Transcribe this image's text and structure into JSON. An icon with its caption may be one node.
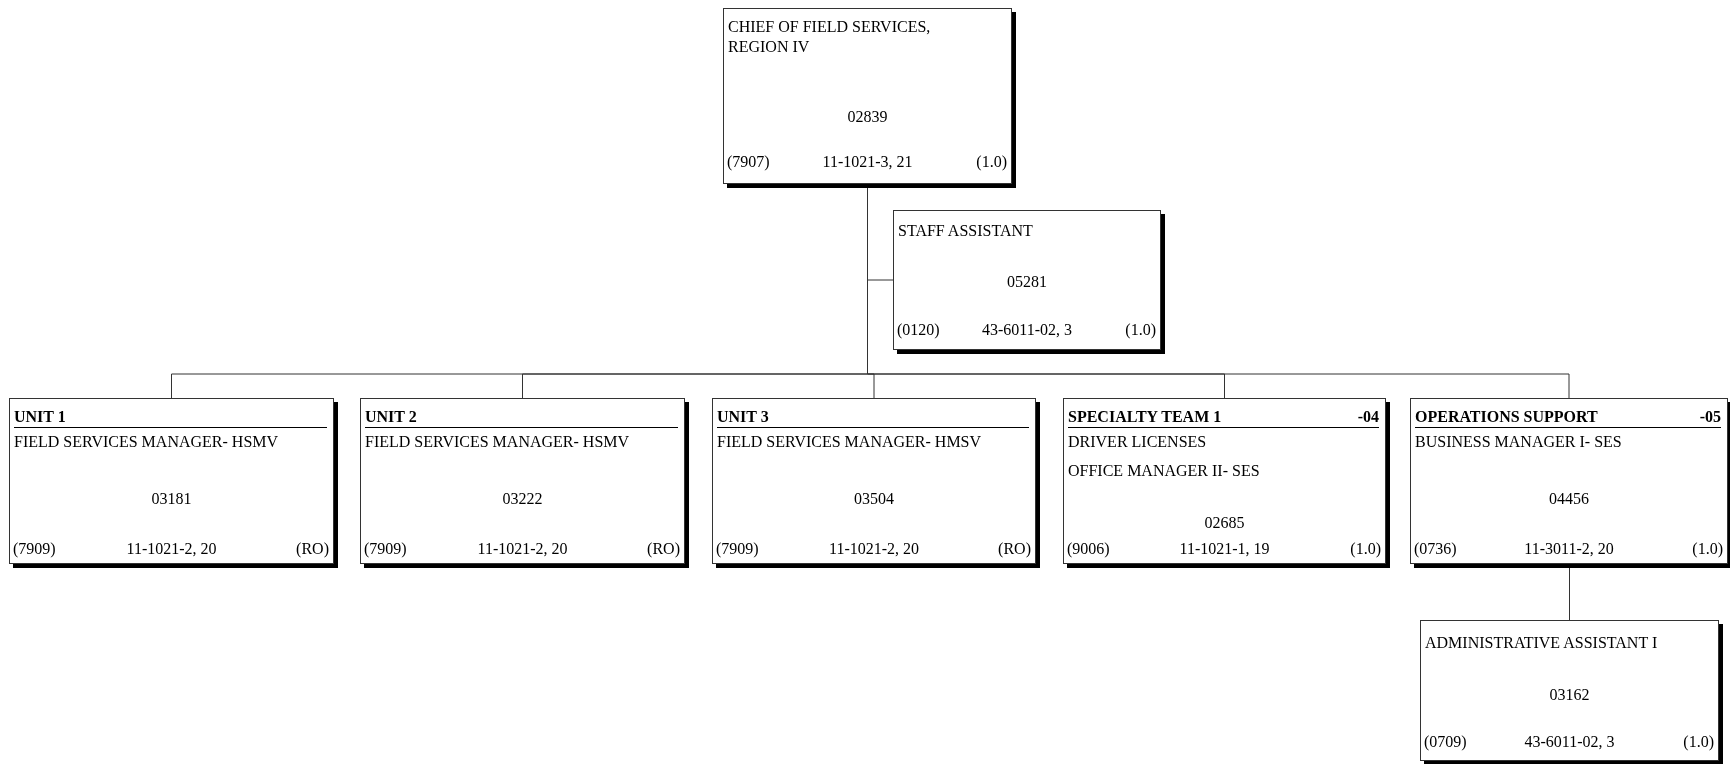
{
  "diagram": {
    "nodes": [
      {
        "text": [
          "CHIEF OF FIELD SERVICES, REGION IV",
          "02839",
          "(7907)",
          "11-1021-3, 21",
          "(1.0)"
        ]
      },
      {
        "text": [
          "STAFF ASSISTANT",
          "05281",
          "(0120)",
          "43-6011-02, 3",
          "(1.0)"
        ]
      },
      {
        "text": [
          "UNIT 1",
          "FIELD SERVICES MANAGER- HSMV",
          "03181",
          "(7909)",
          "11-1021-2, 20",
          "(RO)"
        ]
      },
      {
        "text": [
          "UNIT 2",
          "FIELD SERVICES MANAGER- HSMV",
          "03222",
          "(7909)",
          "11-1021-2, 20",
          "(RO)"
        ]
      },
      {
        "text": [
          "UNIT 3",
          "FIELD SERVICES MANAGER- HMSV",
          "03504",
          "(7909)",
          "11-1021-2, 20",
          "(RO)"
        ]
      },
      {
        "text": [
          "SPECIALTY TEAM 1",
          "-04",
          "DRIVER LICENSES",
          "OFFICE MANAGER II- SES",
          "02685",
          "(9006)",
          "11-1021-1, 19",
          "(1.0)"
        ]
      },
      {
        "text": [
          "OPERATIONS SUPPORT",
          "-05",
          "BUSINESS MANAGER I- SES",
          "04456",
          "(0736)",
          "11-3011-2, 20",
          "(1.0)"
        ]
      },
      {
        "text": [
          "ADMINISTRATIVE ASSISTANT I",
          "03162",
          "(0709)",
          "43-6011-02, 3",
          "(1.0)"
        ]
      }
    ],
    "edges": [
      {
        "from": 0,
        "to": 1,
        "arrow": "none"
      },
      {
        "from": 0,
        "to": 2,
        "arrow": "none"
      },
      {
        "from": 0,
        "to": 3,
        "arrow": "none"
      },
      {
        "from": 0,
        "to": 4,
        "arrow": "none"
      },
      {
        "from": 0,
        "to": 5,
        "arrow": "none"
      },
      {
        "from": 0,
        "to": 6,
        "arrow": "none"
      },
      {
        "from": 6,
        "to": 7,
        "arrow": "none"
      }
    ]
  }
}
